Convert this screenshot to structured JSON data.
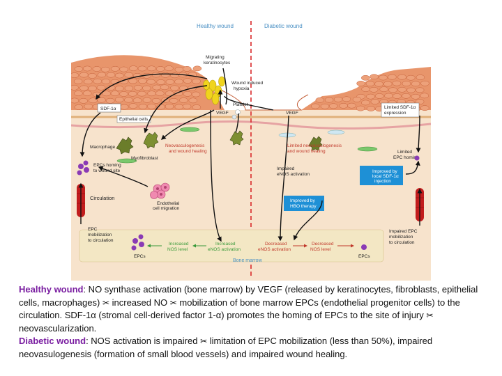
{
  "figure": {
    "headings": {
      "healthy": "Healthy wound",
      "diabetic": "Diabetic wound"
    },
    "labels": {
      "migrating_keratinocytes": [
        "Migrating",
        "keratinocytes"
      ],
      "wound_hypoxia": [
        "Wound induced",
        "hypoxia"
      ],
      "platelet": "Platelet",
      "sdf": "SDF-1α",
      "epithelial_cells": "Epithelial cells",
      "vegf_left": "VEGF",
      "vegf_right": "VEGF",
      "limited_sdf": [
        "Limited SDF-1α",
        "expression"
      ],
      "macrophage": "Macrophage",
      "neovasc": [
        "Neovasculogenesis",
        "and wound healing"
      ],
      "limited_neovasc": [
        "Limited neovasculogenesis",
        "and wound healing"
      ],
      "limited_epc": [
        "Limited",
        "EPC homing"
      ],
      "myofibroblast": "Myofibroblast",
      "epc_homing": [
        "EPCs homing",
        "to wound site"
      ],
      "impaired_enos": [
        "Impaired",
        "eNOS activation"
      ],
      "improved_local": [
        "Improved by",
        "local SDF-1α",
        "injection"
      ],
      "circulation": "Circulation",
      "endothelial": [
        "Endothelial",
        "cell migration"
      ],
      "improved_hbo": [
        "Improved by",
        "HBO therapy"
      ],
      "epc_mob": [
        "EPC",
        "mobilization",
        "to circulation"
      ],
      "impaired_epc_mob": [
        "Impaired EPC",
        "mobilization",
        "to circulation"
      ],
      "increased_nos": [
        "Increased",
        "NOS level"
      ],
      "increased_enos": [
        "Increased",
        "eNOS activation"
      ],
      "decreased_enos": [
        "Decreased",
        "eNOS activation"
      ],
      "decreased_nos": [
        "Decreased",
        "NOS level"
      ],
      "epcs_left": "EPCs",
      "epcs_right": "EPCs",
      "bone_marrow": "Bone marrow"
    },
    "colors": {
      "heading": "#4a90c4",
      "divider": "#d9282a",
      "skin": "#e8956b",
      "cell_border": "#c4603a",
      "dermis": "#f7e3cc",
      "bone_marrow": "#f3e7c4",
      "vessel": "#c21d1d",
      "info_box": "#1e90d6",
      "epc": "#8a3bb5",
      "green_text": "#3a9a3a",
      "red_text": "#c0392b"
    }
  },
  "caption": {
    "healthy_label": "Healthy wound",
    "healthy_text1": ": NO synthase activation (bone marrow) by VEGF (released by keratinocytes, fibroblasts, epithelial cells, macrophages) ",
    "healthy_text2": " increased NO ",
    "healthy_text3": " mobilization of bone marrow EPCs (endothelial progenitor cells) to the circulation. SDF-1α (stromal cell-derived factor 1-α) promotes the homing of EPCs to the site of injury ",
    "healthy_text4": " neovascularization.",
    "diabetic_label": "Diabetic wound",
    "diabetic_text1": ": NOS activation is impaired ",
    "diabetic_text2": " limitation of EPC mobilization (less than 50%), impaired neovasulogenesis (formation of small blood vessels) and impaired wound healing.",
    "symbol": "✂"
  }
}
